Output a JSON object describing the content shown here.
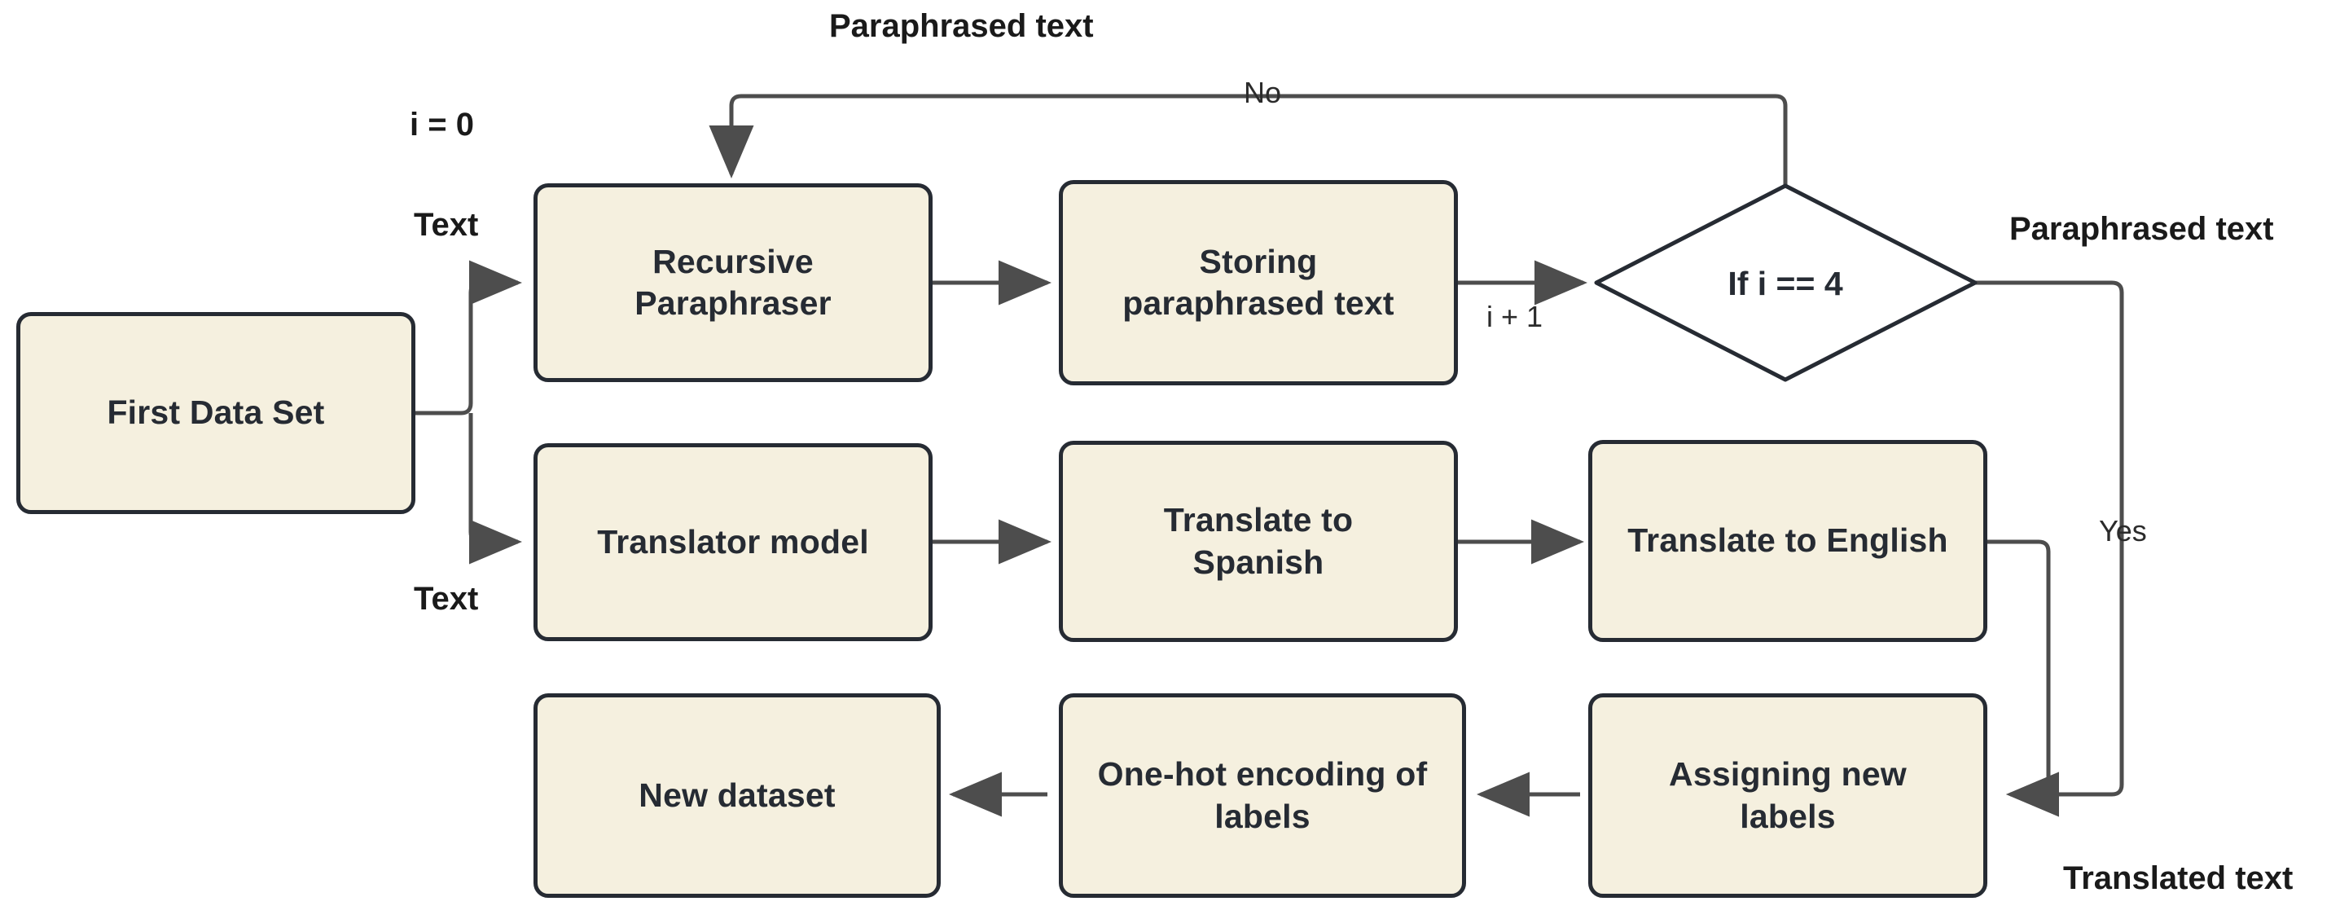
{
  "diagram": {
    "title": "Data augmentation pipeline flowchart",
    "colors": {
      "node_fill": "#F5F0DF",
      "node_border": "#262B33",
      "connector": "#4D4D4D",
      "text": "#262B33",
      "background": "#FFFFFF"
    },
    "nodes": [
      {
        "id": "first-data-set",
        "label": "First Data Set",
        "shape": "rounded-rect"
      },
      {
        "id": "recursive-paraphraser",
        "label": "Recursive\nParaphraser",
        "line1": "Recursive",
        "line2": "Paraphraser",
        "shape": "rounded-rect"
      },
      {
        "id": "storing-paraphrased-text",
        "label": "Storing\nparaphrased text",
        "line1": "Storing",
        "line2": "paraphrased text",
        "shape": "rounded-rect"
      },
      {
        "id": "if-i-equals-4",
        "label": "If i == 4",
        "shape": "diamond"
      },
      {
        "id": "translator-model",
        "label": "Translator model",
        "shape": "rounded-rect"
      },
      {
        "id": "translate-to-spanish",
        "label": "Translate to\nSpanish",
        "line1": "Translate to",
        "line2": "Spanish",
        "shape": "rounded-rect"
      },
      {
        "id": "translate-to-english",
        "label": "Translate to English",
        "shape": "rounded-rect"
      },
      {
        "id": "assigning-new-labels",
        "label": "Assigning new\nlabels",
        "line1": "Assigning new",
        "line2": "labels",
        "shape": "rounded-rect"
      },
      {
        "id": "one-hot-encoding-of-labels",
        "label": "One-hot encoding of\nlabels",
        "line1": "One-hot encoding of",
        "line2": "labels",
        "shape": "rounded-rect"
      },
      {
        "id": "new-dataset",
        "label": "New dataset",
        "shape": "rounded-rect"
      }
    ],
    "edge_labels": {
      "paraphrased_text_top": "Paraphrased text",
      "i_equals_0": "i = 0",
      "text_top": "Text",
      "text_bottom": "Text",
      "no": "No",
      "yes": "Yes",
      "i_plus_1": "i + 1",
      "paraphrased_text_right": "Paraphrased text",
      "translated_text": "Translated text"
    },
    "edges": [
      {
        "from": "first-data-set",
        "to": "recursive-paraphraser",
        "label": "Text"
      },
      {
        "from": "first-data-set",
        "to": "translator-model",
        "label": "Text"
      },
      {
        "from": "recursive-paraphraser",
        "to": "storing-paraphrased-text",
        "label": ""
      },
      {
        "from": "storing-paraphrased-text",
        "to": "if-i-equals-4",
        "label": "i + 1"
      },
      {
        "from": "if-i-equals-4",
        "to": "recursive-paraphraser",
        "label": "No"
      },
      {
        "from": "if-i-equals-4",
        "to": "assigning-new-labels",
        "label": "Yes"
      },
      {
        "from": "translator-model",
        "to": "translate-to-spanish",
        "label": ""
      },
      {
        "from": "translate-to-spanish",
        "to": "translate-to-english",
        "label": ""
      },
      {
        "from": "translate-to-english",
        "to": "assigning-new-labels",
        "label": ""
      },
      {
        "from": "assigning-new-labels",
        "to": "one-hot-encoding-of-labels",
        "label": ""
      },
      {
        "from": "one-hot-encoding-of-labels",
        "to": "new-dataset",
        "label": ""
      }
    ]
  }
}
